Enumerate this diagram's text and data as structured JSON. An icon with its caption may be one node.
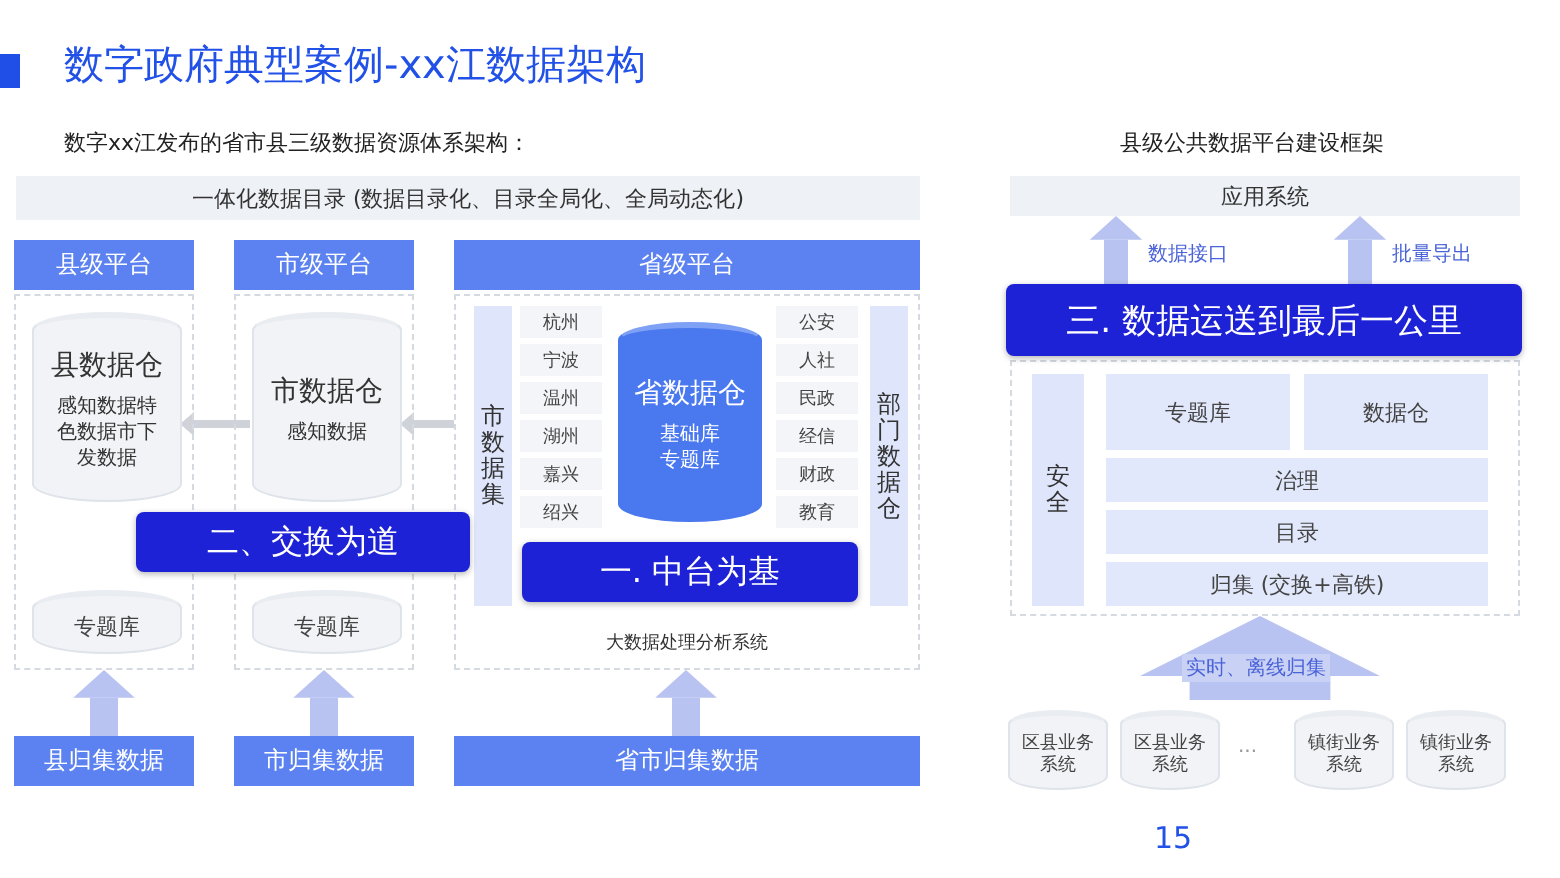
{
  "diagram": {
    "title": "数字政府典型案例-xx江数据架构",
    "nodes": [
      {
        "text": [
          "一体化数据目录 (数据目录化、目录全局化、全局动态化)"
        ]
      },
      {
        "text": [
          "县级平台"
        ]
      },
      {
        "text": [
          "市级平台"
        ]
      },
      {
        "text": [
          "省级平台"
        ]
      },
      {
        "text": [],
        "shape": "box"
      },
      {
        "text": [
          "县数据仓",
          "感知数据特色数据市下发数据"
        ],
        "in": 4
      },
      {
        "text": [
          "专题库"
        ],
        "in": 4
      },
      {
        "text": [],
        "shape": "box"
      },
      {
        "text": [
          "市数据仓",
          "感知数据"
        ],
        "in": 7
      },
      {
        "text": [
          "专题库"
        ],
        "in": 7
      },
      {
        "text": [
          "大数据处理分析系统"
        ]
      },
      {
        "text": [
          "市数据集"
        ],
        "in": 10
      },
      {
        "text": [
          "杭州"
        ],
        "in": 10
      },
      {
        "text": [
          "宁波"
        ],
        "in": 10
      },
      {
        "text": [
          "温州"
        ],
        "in": 10
      },
      {
        "text": [
          "湖州"
        ],
        "in": 10
      },
      {
        "text": [
          "嘉兴"
        ],
        "in": 10
      },
      {
        "text": [
          "绍兴"
        ],
        "in": 10
      },
      {
        "text": [
          "省数据仓",
          "基础库专题库"
        ],
        "in": 10
      },
      {
        "text": [
          "公安"
        ],
        "in": 10
      },
      {
        "text": [
          "人社"
        ],
        "in": 10
      },
      {
        "text": [
          "民政"
        ],
        "in": 10
      },
      {
        "text": [
          "经信"
        ],
        "in": 10
      },
      {
        "text": [
          "财政"
        ],
        "in": 10
      },
      {
        "text": [
          "教育"
        ],
        "in": 10
      },
      {
        "text": [
          "部门数据仓"
        ],
        "in": 10
      },
      {
        "text": [
          "二、交换为道"
        ]
      },
      {
        "text": [
          "一. 中台为基"
        ],
        "in": 10
      },
      {
        "text": [
          "县归集数据"
        ]
      },
      {
        "text": [
          "市归集数据"
        ]
      },
      {
        "text": [
          "省市归集数据"
        ]
      },
      {
        "text": [
          "应用系统"
        ]
      },
      {
        "text": [],
        "shape": "box"
      },
      {
        "text": [
          "三. 数据运送到最后一公里"
        ]
      },
      {
        "text": [
          "安全"
        ],
        "in": 32
      },
      {
        "text": [
          "专题库"
        ],
        "in": 32
      },
      {
        "text": [
          "数据仓"
        ],
        "in": 32
      },
      {
        "text": [
          "治理"
        ],
        "in": 32
      },
      {
        "text": [
          "目录"
        ],
        "in": 32
      },
      {
        "text": [
          "归集 (交换+高铁)"
        ],
        "in": 32
      },
      {
        "text": [
          "区县业务系统"
        ]
      },
      {
        "text": [
          "区县业务系统"
        ]
      },
      {
        "text": [
          "镇街业务系统"
        ]
      },
      {
        "text": [
          "镇街业务系统"
        ]
      }
    ],
    "edges": [
      {
        "from": 10,
        "to": 8,
        "arrow": "to",
        "color": "#cfd2d8"
      },
      {
        "from": 8,
        "to": 5,
        "arrow": "to",
        "color": "#cfd2d8"
      },
      {
        "from": 28,
        "to": 4,
        "arrow": "to"
      },
      {
        "from": 29,
        "to": 7,
        "arrow": "to"
      },
      {
        "from": 30,
        "to": 10,
        "arrow": "to"
      },
      {
        "from": 33,
        "to": 31,
        "arrow": "to",
        "label": "数据接口"
      },
      {
        "from": 33,
        "to": 31,
        "arrow": "to",
        "label": "批量导出"
      },
      {
        "from": null,
        "to": 32,
        "arrow": "to",
        "style": "thick",
        "label": "实时、离线归集"
      }
    ],
    "labels": [
      "数字xx江发布的省市县三级数据资源体系架构：",
      "县级公共数据平台建设框架",
      "...",
      "15"
    ]
  }
}
